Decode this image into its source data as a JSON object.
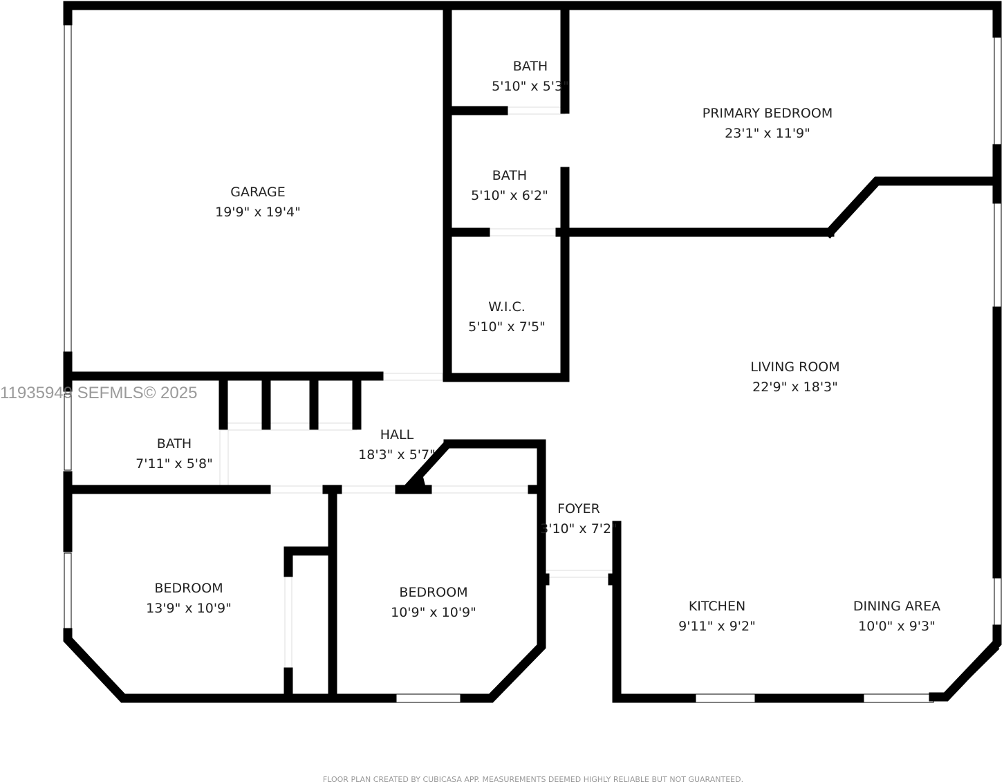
{
  "rooms": [
    {
      "name": "GARAGE",
      "size": "19'9\" x 19'4\""
    },
    {
      "name": "BATH",
      "size": "5'10\" x 5'3\""
    },
    {
      "name": "PRIMARY BEDROOM",
      "size": "23'1\" x 11'9\""
    },
    {
      "name": "BATH",
      "size": "5'10\" x 6'2\""
    },
    {
      "name": "W.I.C.",
      "size": "5'10\" x 7'5\""
    },
    {
      "name": "LIVING ROOM",
      "size": "22'9\" x 18'3\""
    },
    {
      "name": "BATH",
      "size": "7'11\" x 5'8\""
    },
    {
      "name": "HALL",
      "size": "18'3\" x 5'7\""
    },
    {
      "name": "FOYER",
      "size": "3'10\" x 7'2\""
    },
    {
      "name": "BEDROOM",
      "size": "13'9\" x 10'9\""
    },
    {
      "name": "BEDROOM",
      "size": "10'9\" x 10'9\""
    },
    {
      "name": "KITCHEN",
      "size": "9'11\" x 9'2\""
    },
    {
      "name": "DINING AREA",
      "size": "10'0\" x 9'3\""
    }
  ],
  "watermark": "11935949 SEFMLS© 2025",
  "footer": "FLOOR PLAN CREATED BY CUBICASA APP. MEASUREMENTS DEEMED HIGHLY RELIABLE BUT NOT GUARANTEED."
}
